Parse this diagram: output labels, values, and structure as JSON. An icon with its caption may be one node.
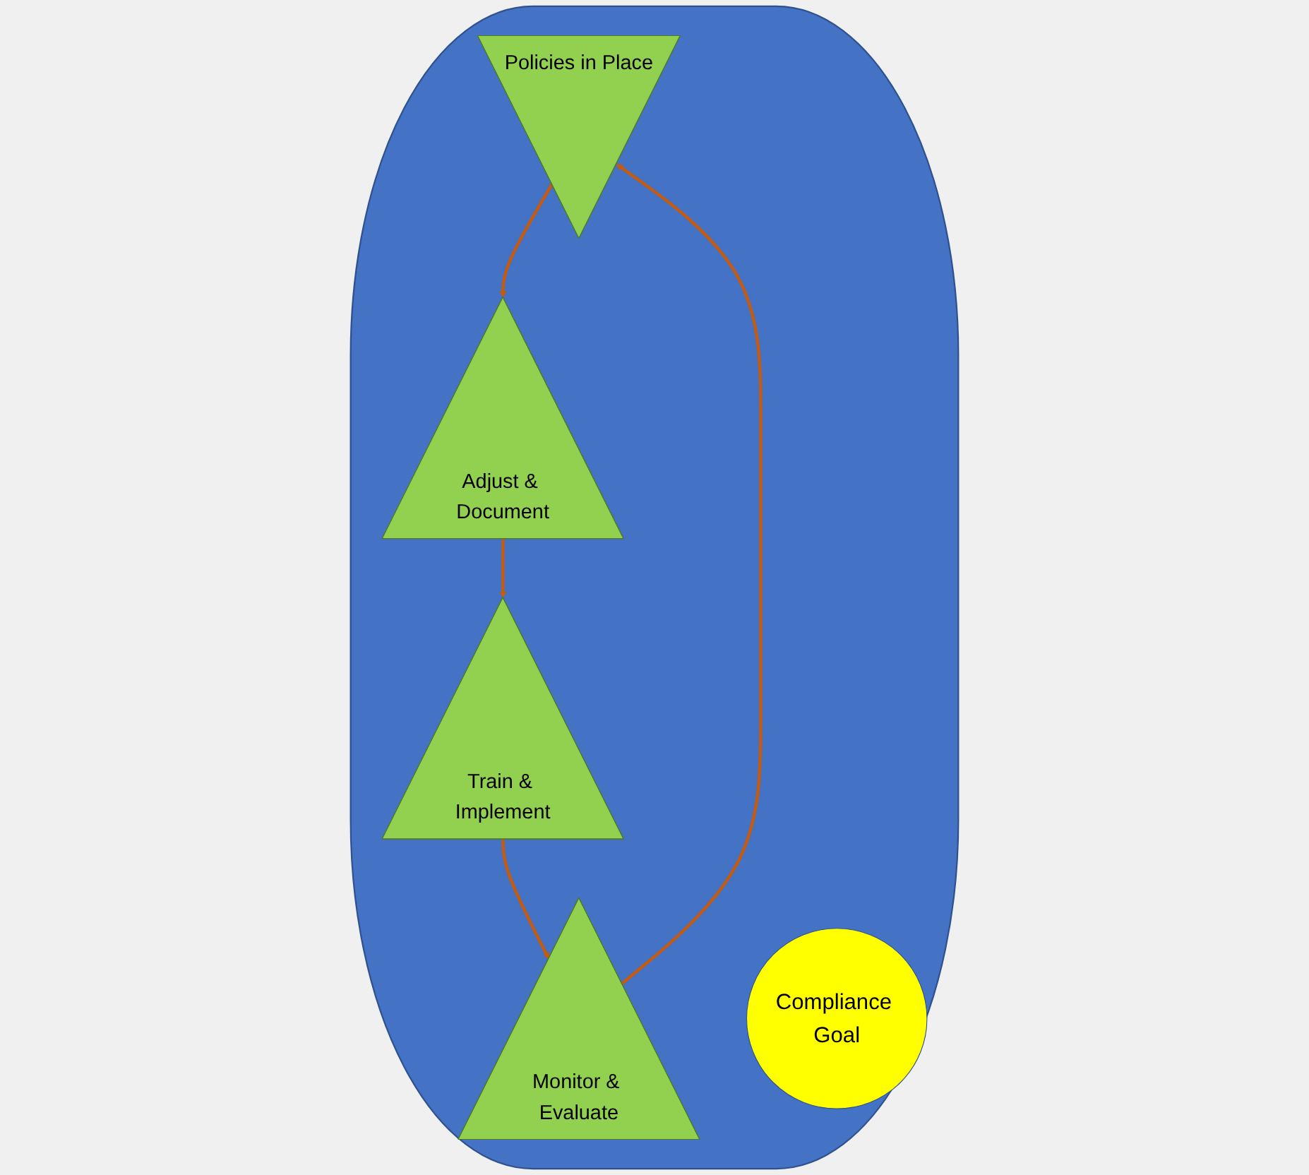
{
  "diagram": {
    "nodes": [
      {
        "text": [],
        "shape": "ellipse"
      },
      {
        "text": [
          "Policies in Place"
        ],
        "in": 0
      },
      {
        "text": [
          "Monitor & Evaluate"
        ],
        "in": 0
      },
      {
        "text": [
          "Compliance Goal"
        ],
        "in": 0
      },
      {
        "text": [
          "Adjust & Document"
        ],
        "in": 0
      },
      {
        "text": [
          "Train & Implement"
        ],
        "in": 0
      }
    ],
    "edges": [
      {
        "from": 1,
        "to": 4,
        "arrow": "to"
      },
      {
        "from": 4,
        "to": 5,
        "arrow": "to"
      },
      {
        "from": 5,
        "to": 2,
        "arrow": "to"
      },
      {
        "from": 2,
        "to": 1,
        "arrow": "to"
      }
    ]
  }
}
